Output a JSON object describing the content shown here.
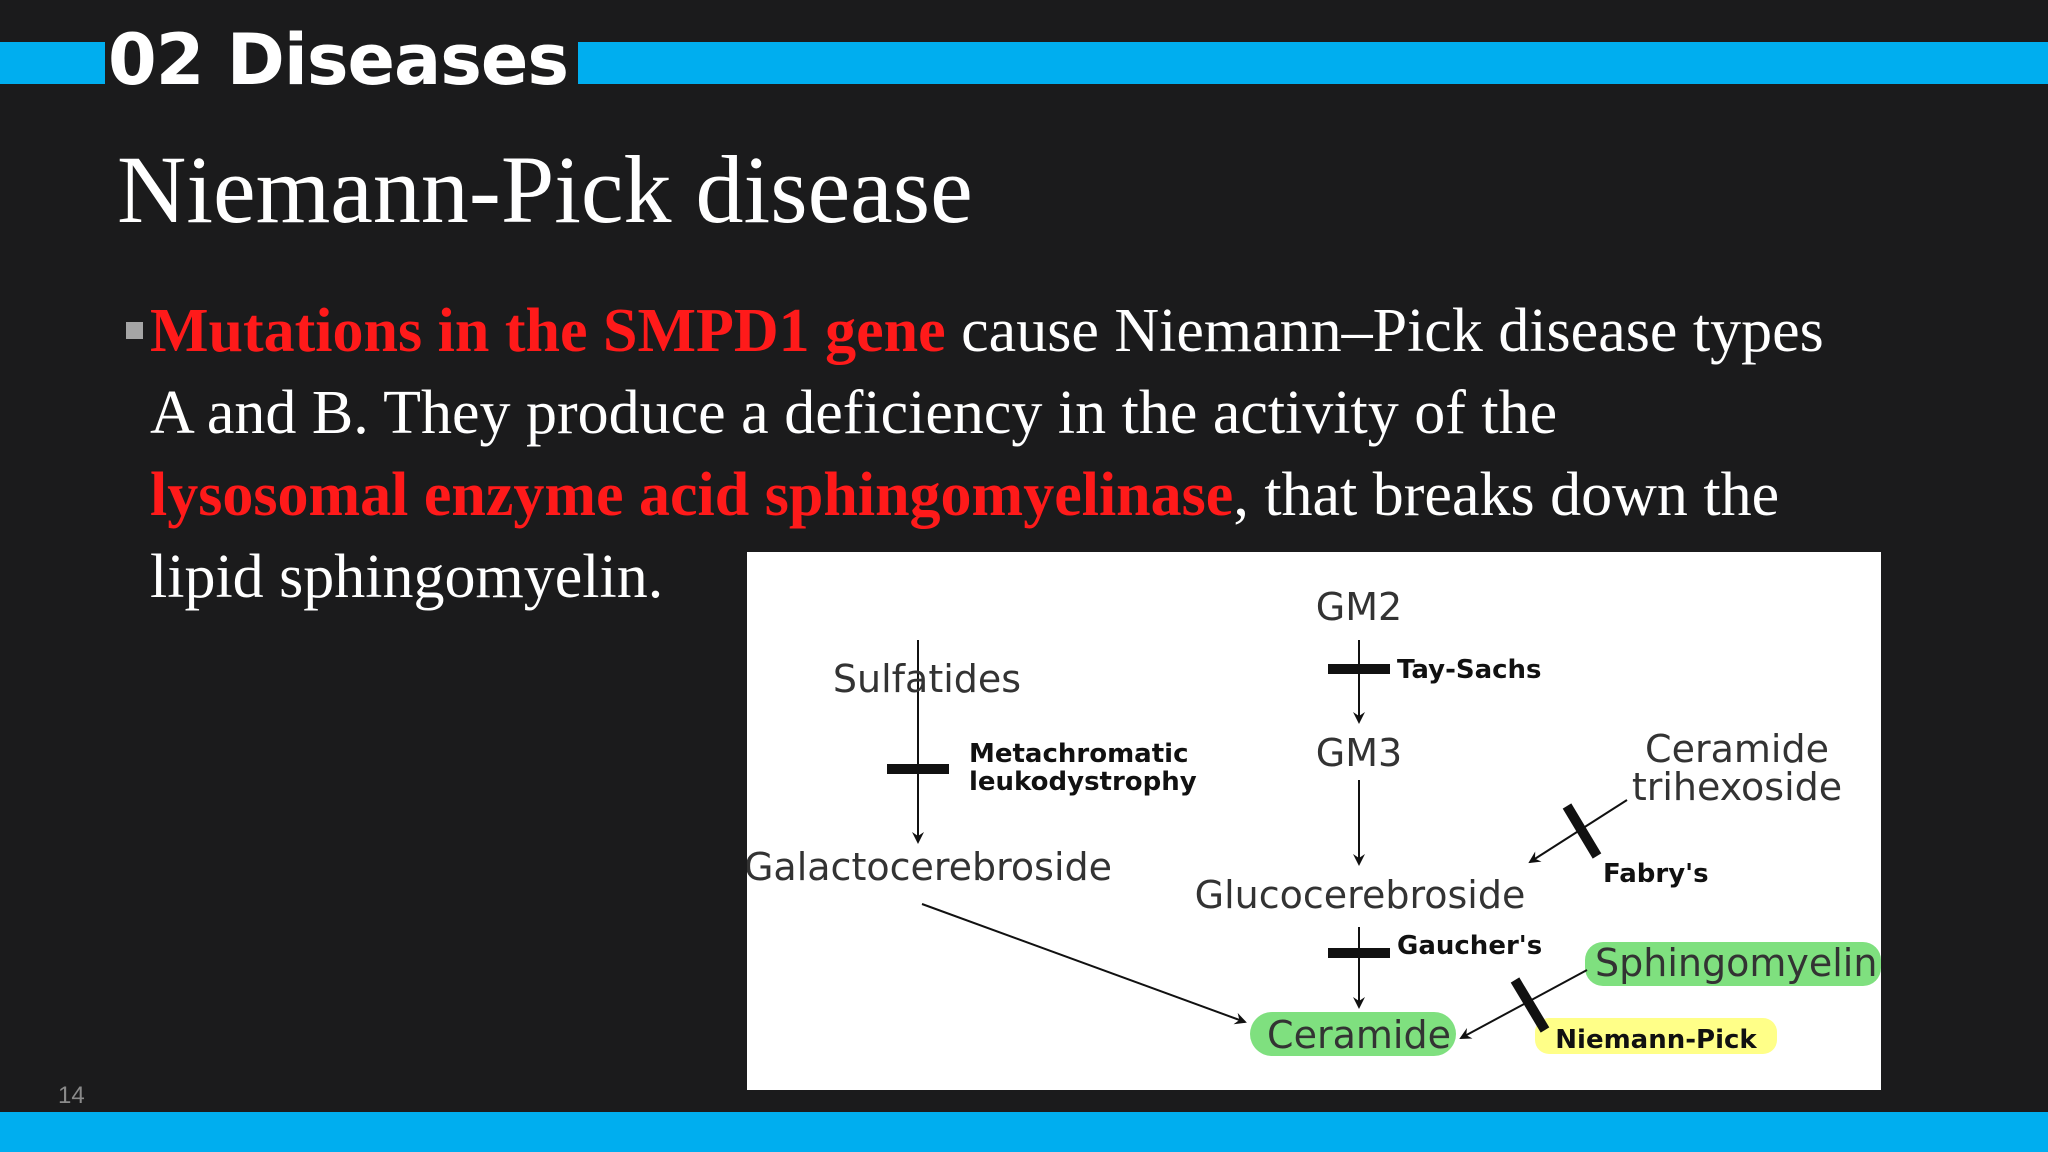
{
  "header": {
    "section_title": "02 Diseases",
    "accent_color": "#00aeef"
  },
  "slide": {
    "title": "Niemann-Pick  disease",
    "body": {
      "line1_highlight": "Mutations in the SMPD1 gene",
      "line1_rest": " cause  Niemann–Pick disease types",
      "line2": "A and B. They  produce a deficiency in the activity of the",
      "line3_highlight": "lysosomal enzyme acid sphingomyelinase",
      "line3_rest": ", that  breaks down the",
      "line4": "lipid sphingomyelin."
    },
    "highlight_color": "#ff1a1a",
    "page_number": "14"
  },
  "diagram": {
    "nodes": {
      "gm2": "GM2",
      "gm3": "GM3",
      "sulfatides": "Sulfatides",
      "galactocerebroside": "Galactocerebroside",
      "glucocerebroside": "Glucocerebroside",
      "ceramide_trihexoside_1": "Ceramide",
      "ceramide_trihexoside_2": "trihexoside",
      "sphingomyelin": "Sphingomyelin",
      "ceramide": "Ceramide"
    },
    "diseases": {
      "tay_sachs": "Tay-Sachs",
      "mld_1": "Metachromatic",
      "mld_2": "leukodystrophy",
      "fabry": "Fabry's",
      "gaucher": "Gaucher's",
      "niemann_pick": "Niemann-Pick"
    },
    "colors": {
      "green_highlight": "#7fe07f",
      "yellow_highlight": "#ffff88"
    }
  }
}
